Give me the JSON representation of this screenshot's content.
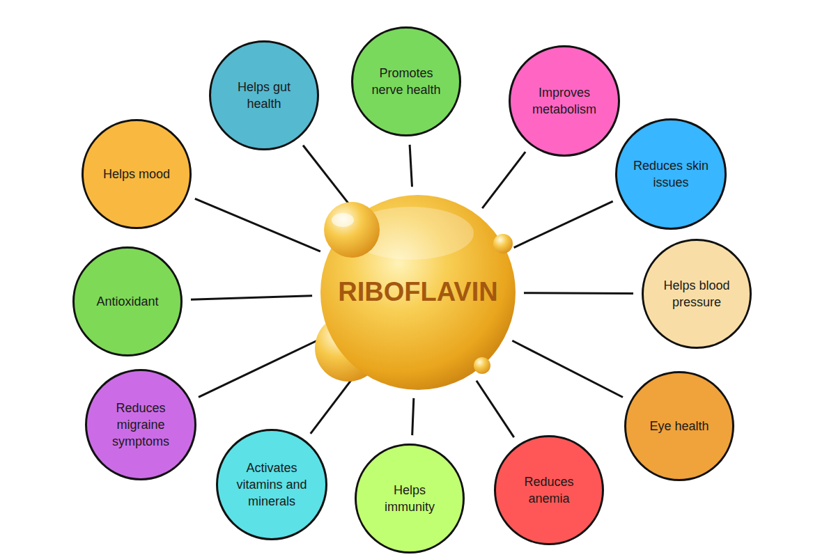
{
  "diagram": {
    "nodes": [
      {
        "text": [
          "RIBOFLAVIN"
        ]
      },
      {
        "text": [
          "Helps gut health"
        ]
      },
      {
        "text": [
          "Promotes nerve health"
        ]
      },
      {
        "text": [
          "Improves metabolism"
        ]
      },
      {
        "text": [
          "Reduces skin issues"
        ]
      },
      {
        "text": [
          "Helps blood pressure"
        ]
      },
      {
        "text": [
          "Eye health"
        ]
      },
      {
        "text": [
          "Reduces anemia"
        ]
      },
      {
        "text": [
          "Helps immunity"
        ]
      },
      {
        "text": [
          "Activates vitamins and minerals"
        ]
      },
      {
        "text": [
          "Reduces migraine symptoms"
        ]
      },
      {
        "text": [
          "Antioxidant"
        ]
      },
      {
        "text": [
          "Helps mood"
        ]
      }
    ],
    "edges": [
      {
        "from": 0,
        "to": 1,
        "arrow": "none"
      },
      {
        "from": 0,
        "to": 2,
        "arrow": "none"
      },
      {
        "from": 0,
        "to": 3,
        "arrow": "none"
      },
      {
        "from": 0,
        "to": 4,
        "arrow": "none"
      },
      {
        "from": 0,
        "to": 5,
        "arrow": "none"
      },
      {
        "from": 0,
        "to": 6,
        "arrow": "none"
      },
      {
        "from": 0,
        "to": 7,
        "arrow": "none"
      },
      {
        "from": 0,
        "to": 8,
        "arrow": "none"
      },
      {
        "from": 0,
        "to": 9,
        "arrow": "none"
      },
      {
        "from": 0,
        "to": 10,
        "arrow": "none"
      },
      {
        "from": 0,
        "to": 11,
        "arrow": "none"
      },
      {
        "from": 0,
        "to": 12,
        "arrow": "none"
      }
    ]
  }
}
